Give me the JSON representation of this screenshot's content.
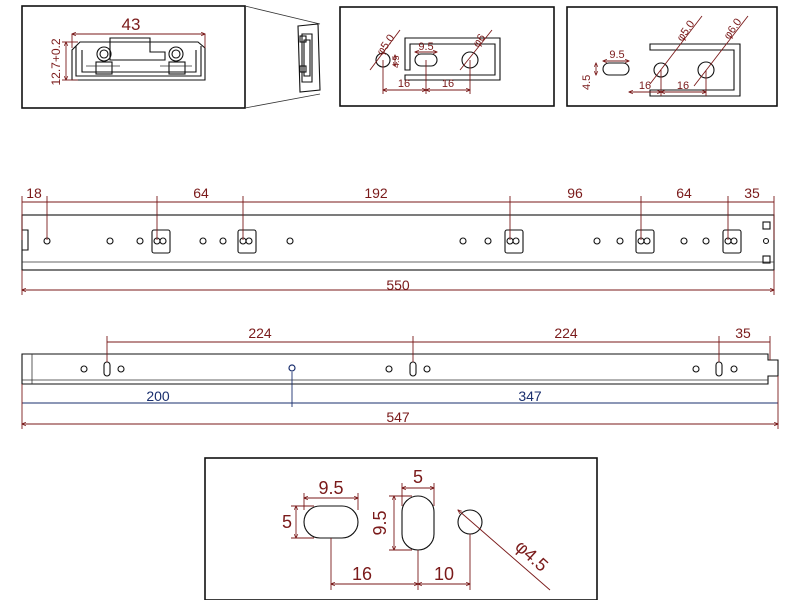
{
  "views": {
    "profile": {
      "width": "43",
      "height": "12.7+0.2"
    },
    "detail_a": {
      "d1": "φ5.0",
      "d2": "φ6",
      "slot": "9.5",
      "offset_small": "4.5",
      "pitch_1": "16",
      "pitch_2": "16"
    },
    "detail_b": {
      "d1": "φ5.0",
      "d2": "φ6.0",
      "slot": "9.5",
      "height": "4.5",
      "pitch_1": "16",
      "pitch_2": "16"
    }
  },
  "rail_top": {
    "dims_top": [
      "18",
      "64",
      "192",
      "96",
      "64",
      "35"
    ],
    "overall": "550"
  },
  "rail_middle": {
    "dims_top": [
      "224",
      "224",
      "35"
    ],
    "dims_bottom": [
      "200",
      "347"
    ],
    "overall": "547"
  },
  "hole_detail": {
    "slot_h_len": "9.5",
    "slot_h_wid": "5",
    "slot_v_wid": "5",
    "slot_v_len": "9.5",
    "pitch_1": "16",
    "pitch_2": "10",
    "hole_dia": "φ4.5"
  }
}
